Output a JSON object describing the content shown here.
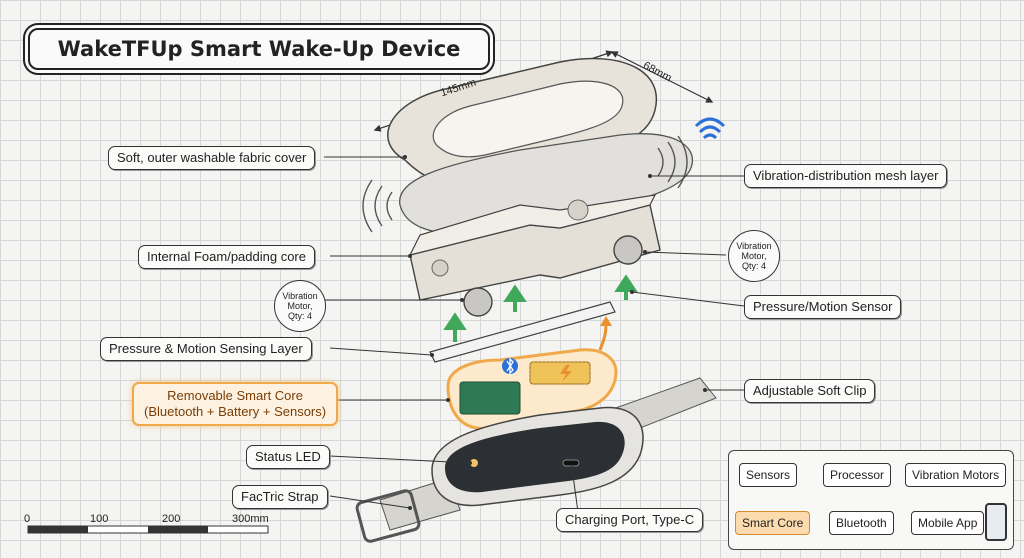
{
  "title": "WakeTFUp Smart Wake-Up Device",
  "dimensions": {
    "length": "145mm",
    "width": "68mm"
  },
  "callouts": {
    "fabric_cover": "Soft, outer washable fabric cover",
    "mesh_layer": "Vibration-distribution mesh layer",
    "foam_core": "Internal Foam/padding core",
    "pressure_sensor": "Pressure/Motion Sensor",
    "sensing_layer": "Pressure & Motion Sensing Layer",
    "smart_core_line1": "Removable Smart Core",
    "smart_core_line2": "(Bluetooth + Battery + Sensors)",
    "soft_clip": "Adjustable Soft Clip",
    "status_led": "Status LED",
    "strap": "FacTric Strap",
    "charging_port": "Charging Port, Type-C"
  },
  "motor_badges": [
    {
      "line1": "Vibration",
      "line2": "Motor,",
      "line3": "Qty: 4"
    },
    {
      "line1": "Vibration",
      "line2": "Motor,",
      "line3": "Qty: 4"
    }
  ],
  "scale_bar": {
    "ticks": [
      "0",
      "100",
      "200",
      "300mm"
    ]
  },
  "flow": {
    "sensors": "Sensors",
    "processor": "Processor",
    "vibration_motors": "Vibration Motors",
    "smart_core": "Smart Core",
    "bluetooth": "Bluetooth",
    "mobile_app": "Mobile App"
  },
  "icons": [
    "wifi-signal-icon",
    "bluetooth-icon",
    "lightning-icon",
    "phone-icon",
    "led-dot-icon"
  ],
  "colors": {
    "highlight": "#f0a94a",
    "core_fill": "#fcdcae",
    "arrow_green": "#3fa85a"
  }
}
